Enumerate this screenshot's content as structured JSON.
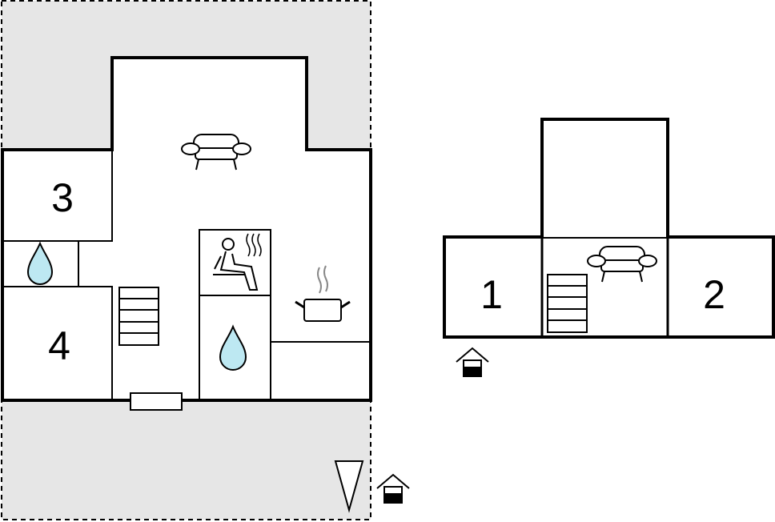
{
  "floor_plan": {
    "rooms": [
      {
        "label": "3"
      },
      {
        "label": "4"
      },
      {
        "label": "1"
      },
      {
        "label": "2"
      }
    ],
    "icons": [
      "sofa-icon",
      "sauna-icon",
      "water-drop-icon",
      "stairs-icon",
      "cooking-pot-icon",
      "entrance-house-icon",
      "compass-north-icon"
    ],
    "colors": {
      "terrace": "#e6e6e6",
      "wall": "#000000",
      "water": "#bde8f2"
    }
  }
}
